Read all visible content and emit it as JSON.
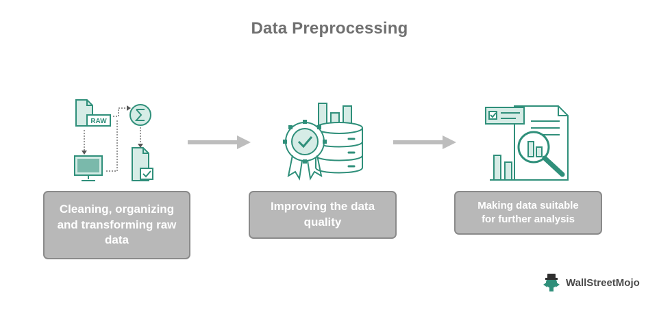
{
  "title": "Data Preprocessing",
  "steps": [
    {
      "label": "Cleaning, organizing and transforming raw data",
      "icon": "raw-data-workflow-icon"
    },
    {
      "label": "Improving the data quality",
      "icon": "quality-database-icon"
    },
    {
      "label": "Making data suitable for further analysis",
      "icon": "analysis-report-icon"
    }
  ],
  "raw_tag": "RAW",
  "brand": {
    "name": "WallStreetMojo",
    "icon": "mojo-logo-icon"
  },
  "colors": {
    "accent": "#2f8f7a",
    "accent_light": "#d6ece6",
    "box_fill": "#b8b8b8",
    "box_border": "#8a8a8a",
    "arrow": "#bdbdbd",
    "title": "#707070"
  }
}
